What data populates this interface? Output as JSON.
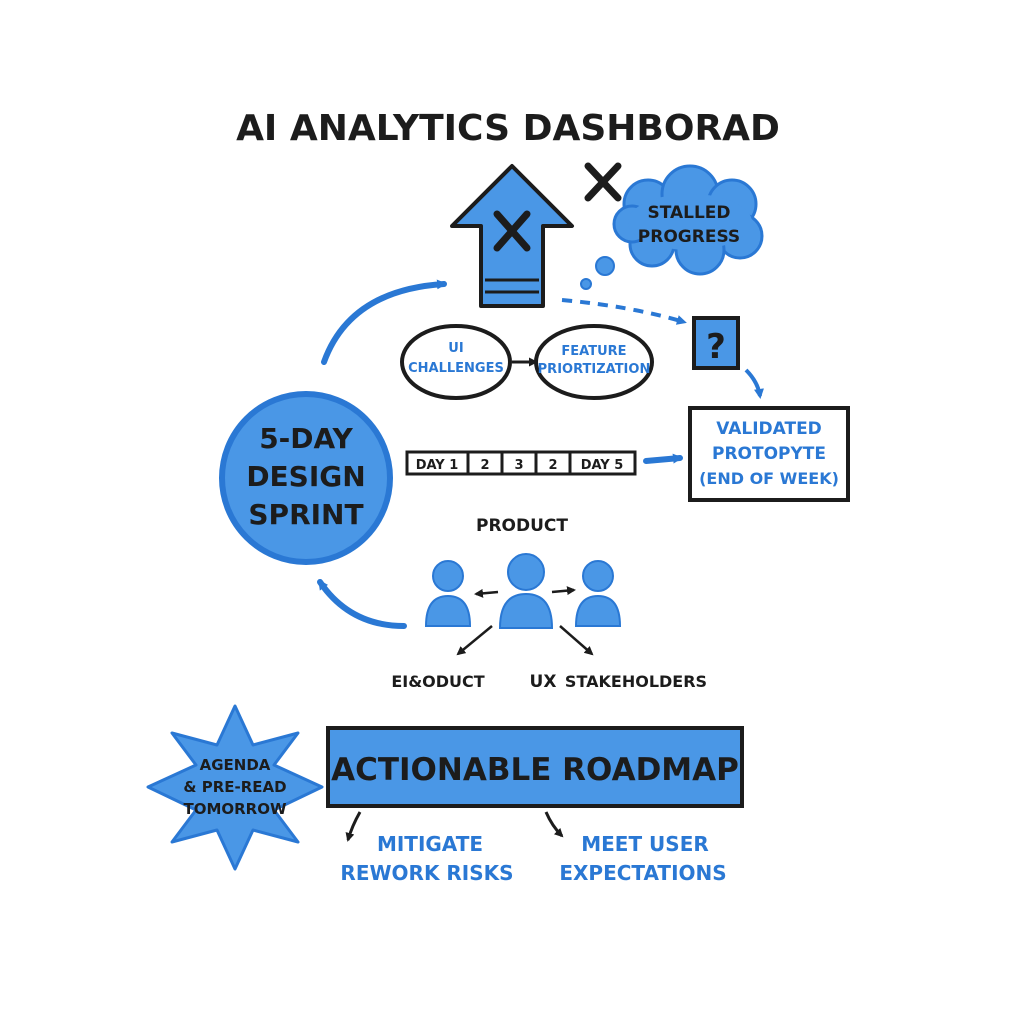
{
  "title": "AI ANALYTICS DASHBORAD",
  "colors": {
    "accent_fill": "#4a97e6",
    "accent_ink": "#2a78d4",
    "ink": "#1c1c1c",
    "background": "#ffffff"
  },
  "icons": {
    "blocked_up_arrow": "up-arrow-with-x-icon",
    "x_mark": "x-mark-icon",
    "thought_cloud": "thought-cloud-icon",
    "question_box": "question-mark-icon",
    "people": "person-icon",
    "starburst": "starburst-icon"
  },
  "stalled": {
    "line1": "STALLED",
    "line2": "PROGRESS"
  },
  "question_mark": "?",
  "challenges": {
    "ui": {
      "line1": "UI",
      "line2": "CHALLENGES"
    },
    "feature": {
      "line1": "FEATURE",
      "line2": "PRIORTIZATION"
    }
  },
  "sprint": {
    "line1": "5-DAY",
    "line2": "DESIGN",
    "line3": "SPRINT"
  },
  "timeline": {
    "cells": [
      "DAY 1",
      "2",
      "3",
      "2",
      "DAY 5"
    ]
  },
  "validated": {
    "line1": "VALIDATED",
    "line2": "PROTOPYTE",
    "line3": "(END OF WEEK)"
  },
  "team": {
    "top_label": "PRODUCT",
    "labels": [
      "EI&ODUCT",
      "UX",
      "STAKEHOLDERS"
    ]
  },
  "agenda": {
    "line1": "AGENDA",
    "line2": "& PRE-READ",
    "line3": "TOMORROW"
  },
  "roadmap": {
    "label": "ACTIONABLE ROADMAP",
    "outcomes": [
      {
        "line1": "MITIGATE",
        "line2": "REWORK RISKS"
      },
      {
        "line1": "MEET USER",
        "line2": "EXPECTATIONS"
      }
    ]
  }
}
